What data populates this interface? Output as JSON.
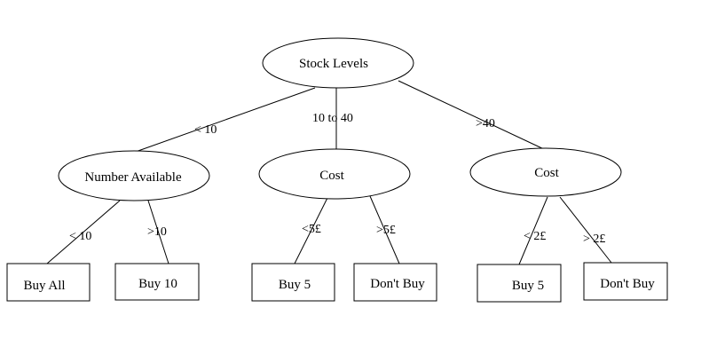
{
  "root": {
    "label": "Stock Levels"
  },
  "branches": [
    {
      "edge_label": "< 10",
      "node": {
        "label": "Number Available"
      },
      "leaves": [
        {
          "edge_label": "< 10",
          "label": "Buy All"
        },
        {
          "edge_label": ">10",
          "label": "Buy 10"
        }
      ]
    },
    {
      "edge_label": "10 to 40",
      "node": {
        "label": "Cost"
      },
      "leaves": [
        {
          "edge_label": "<5£",
          "label": "Buy 5"
        },
        {
          "edge_label": ">5£",
          "label": "Don't Buy"
        }
      ]
    },
    {
      "edge_label": ">40",
      "node": {
        "label": "Cost"
      },
      "leaves": [
        {
          "edge_label": "< 2£",
          "label": "Buy 5"
        },
        {
          "edge_label": "> 2£",
          "label": "Don't Buy"
        }
      ]
    }
  ]
}
